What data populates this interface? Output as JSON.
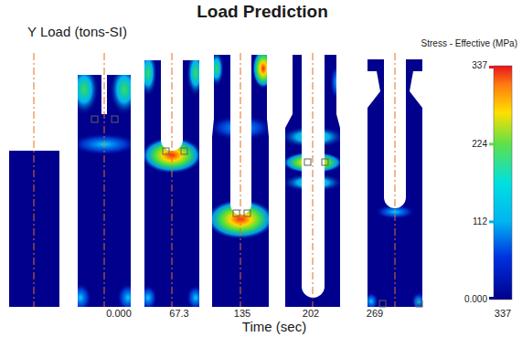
{
  "diagram": {
    "title": "Load Prediction",
    "labels": [
      "Y Load (tons-SI)",
      "Stress - Effective (MPa)",
      "0.000",
      "67.3",
      "135",
      "202",
      "269",
      "337",
      "Time (sec)"
    ],
    "legend": [
      {
        "text": "337",
        "color": "#e8141c"
      },
      {
        "text": "224",
        "color": "#5ee04a"
      },
      {
        "text": "112",
        "color": "#00b4f0"
      },
      {
        "text": "0.000",
        "color": "#00008c"
      }
    ]
  }
}
